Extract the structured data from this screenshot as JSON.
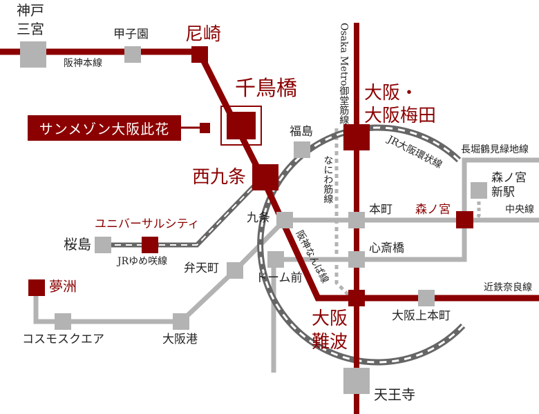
{
  "colors": {
    "primary_line": "#8b0000",
    "secondary_line": "#b3b3b3",
    "loop_line": "#666666",
    "station_gray": "#b3b3b3",
    "station_red": "#8b0000",
    "text": "#222222"
  },
  "property": {
    "name": "サンメゾン大阪此花"
  },
  "stations": {
    "kobe_sannomiya": "神戸\n三宮",
    "koshien": "甲子園",
    "amagasaki": "尼崎",
    "chidoribashi": "千鳥橋",
    "nishikujo": "西九条",
    "fukushima": "福島",
    "osaka_umeda": "大阪・\n大阪梅田",
    "universal_city": "ユニバーサルシティ",
    "sakurajima": "桜島",
    "yumeshima": "夢洲",
    "kujo": "九条",
    "bentencho": "弁天町",
    "dome_mae": "ドーム前",
    "cosmo_square": "コスモスクエア",
    "osakako": "大阪港",
    "honmachi": "本町",
    "shinsaibashi": "心斎橋",
    "morinomiya": "森ノ宮",
    "morinomiya_new": "森ノ宮\n新駅",
    "osaka_namba": "大阪\n難波",
    "osaka_uehommachi": "大阪上本町",
    "tennoji": "天王寺"
  },
  "lines": {
    "hanshin_main": "阪神本線",
    "midosuji": "Osaka Metro御堂筋線",
    "naniwasuji": "なにわ筋線",
    "jr_loop": "JR大阪環状線",
    "nagahori": "長堀鶴見緑地線",
    "chuo": "中央線",
    "jr_yumesaki": "JRゆめ咲線",
    "hanshin_namba": "阪神なんば線",
    "kintetsu_nara": "近鉄奈良線"
  }
}
